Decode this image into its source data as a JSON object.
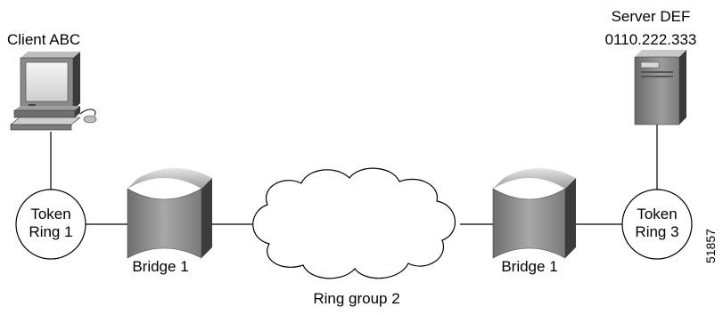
{
  "client": {
    "label": "Client ABC"
  },
  "server": {
    "label": "Server DEF",
    "address": "0110.222.333"
  },
  "token_ring_1": {
    "line1": "Token",
    "line2": "Ring 1"
  },
  "token_ring_3": {
    "line1": "Token",
    "line2": "Ring 3"
  },
  "bridge_left": {
    "label": "Bridge 1"
  },
  "bridge_right": {
    "label": "Bridge 1"
  },
  "cloud": {
    "label": "Ring group 2"
  },
  "figure_id": "51857",
  "colors": {
    "device_dark": "#4a4a4a",
    "device_mid": "#8c8c8c",
    "device_light": "#d4d4d4",
    "line": "#000000"
  }
}
